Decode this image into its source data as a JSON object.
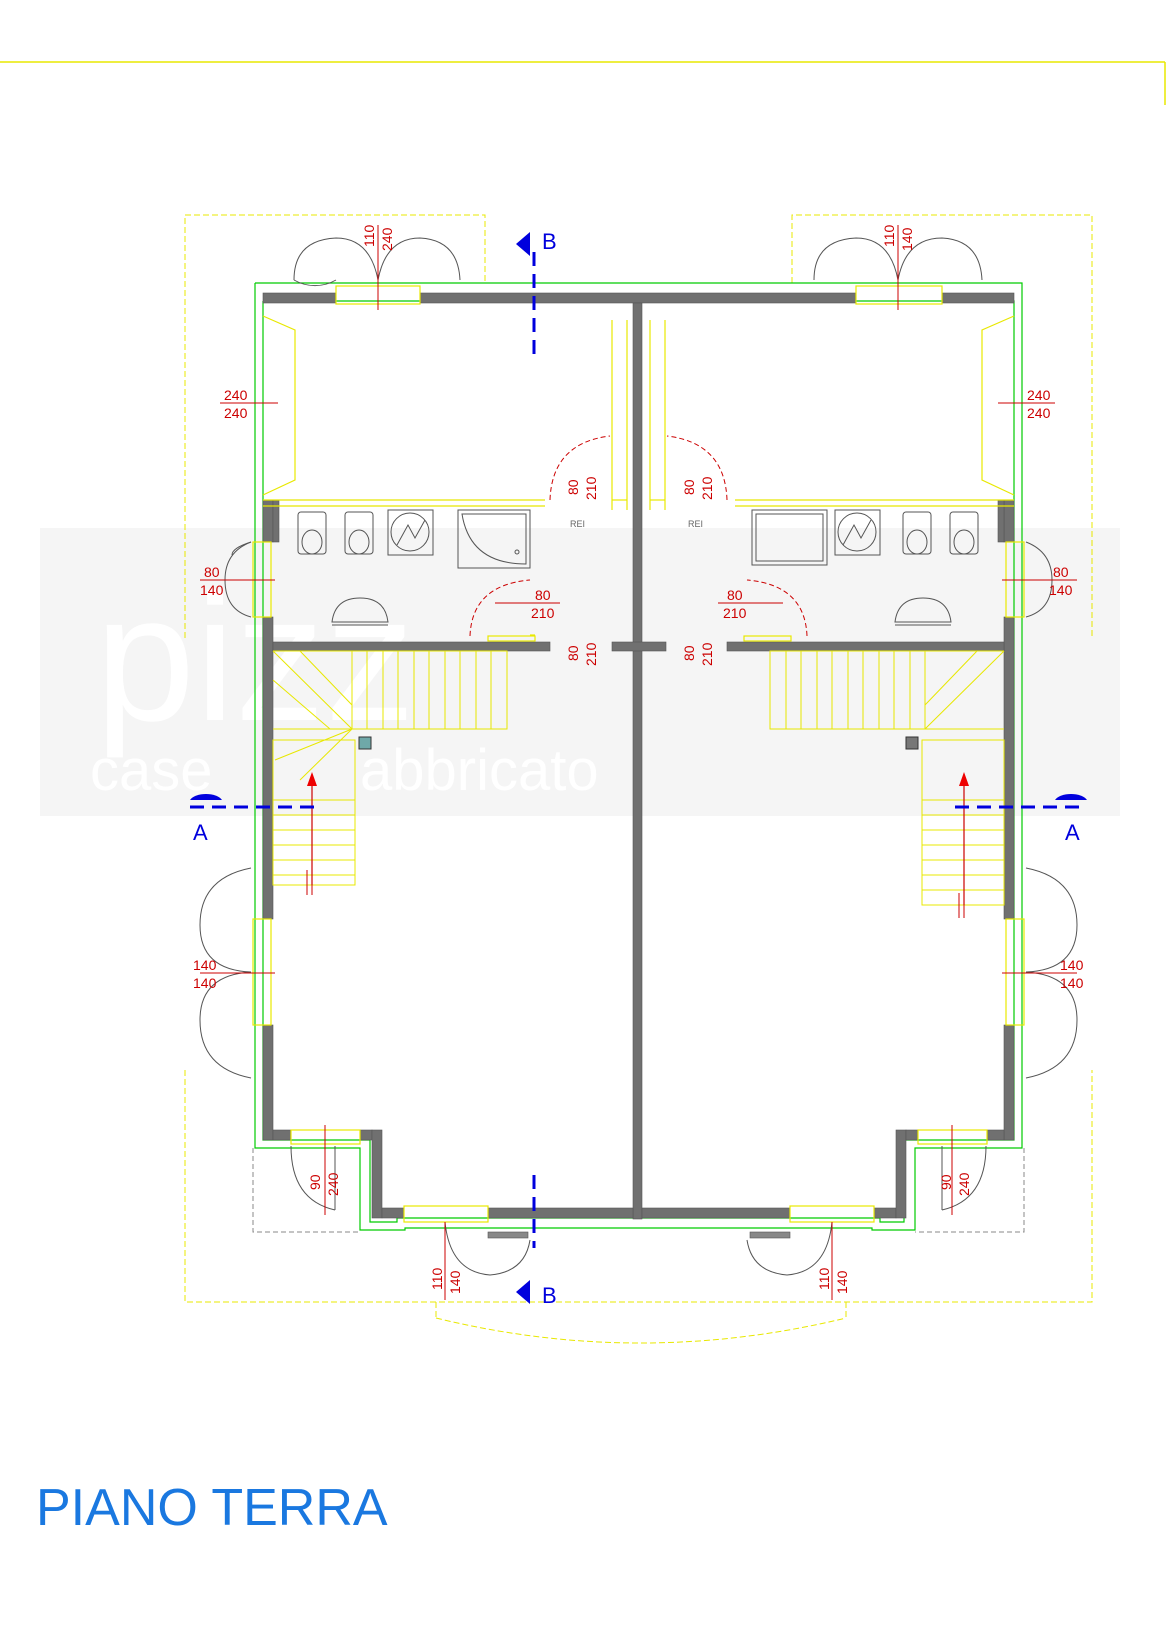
{
  "title": "PIANO TERRA",
  "watermark": {
    "brand": "pizz",
    "tagline": "case",
    "tagline2": "abbricato"
  },
  "section_labels": {
    "a": "A",
    "b": "B"
  },
  "rei_label": "REI",
  "dimensions": {
    "top_left_window": [
      "110",
      "240"
    ],
    "top_right_window": [
      "110",
      "140"
    ],
    "left_upper_window": [
      "240",
      "240"
    ],
    "right_upper_window": [
      "240",
      "240"
    ],
    "left_bath_door": [
      "80",
      "210"
    ],
    "right_bath_door": [
      "80",
      "210"
    ],
    "left_bath_window": [
      "80",
      "140"
    ],
    "right_bath_window": [
      "80",
      "140"
    ],
    "left_inner_door": [
      "80",
      "210"
    ],
    "right_inner_door": [
      "80",
      "210"
    ],
    "left_hall_door": [
      "80",
      "210"
    ],
    "right_hall_door": [
      "80",
      "210"
    ],
    "left_french_window": [
      "140",
      "140"
    ],
    "right_french_window": [
      "140",
      "140"
    ],
    "left_entry_door": [
      "90",
      "240"
    ],
    "right_entry_door": [
      "90",
      "240"
    ],
    "bottom_left_door": [
      "110",
      "140"
    ],
    "bottom_right_door": [
      "110",
      "140"
    ]
  },
  "colors": {
    "wall": "#707070",
    "outline": "#00dd00",
    "frame": "#e8e800",
    "dimension": "#cc0000",
    "section": "#0000dd",
    "title": "#1a78e0"
  }
}
